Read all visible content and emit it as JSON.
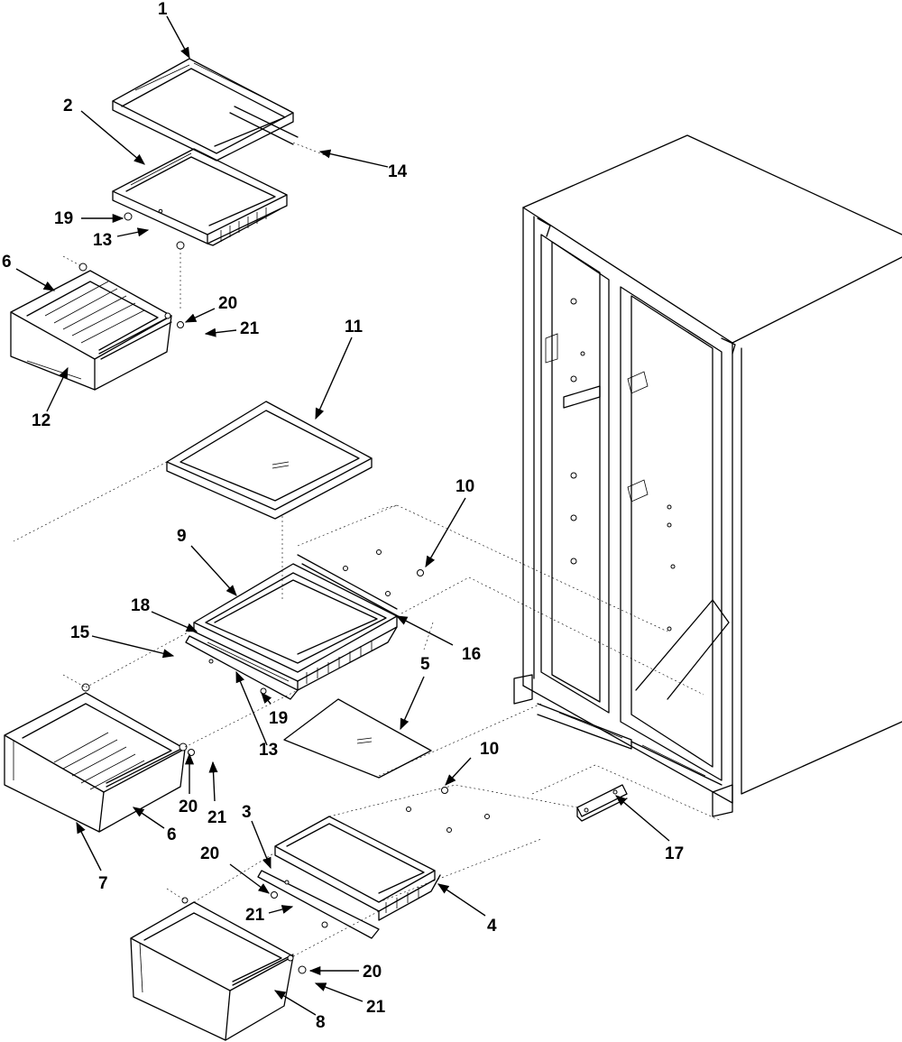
{
  "diagram": {
    "callouts": {
      "c1": "1",
      "c2": "2",
      "c3": "3",
      "c4": "4",
      "c5": "5",
      "c6a": "6",
      "c6b": "6",
      "c7": "7",
      "c8": "8",
      "c9": "9",
      "c10a": "10",
      "c10b": "10",
      "c11": "11",
      "c12": "12",
      "c13a": "13",
      "c13b": "13",
      "c14": "14",
      "c15": "15",
      "c16": "16",
      "c17": "17",
      "c18": "18",
      "c19a": "19",
      "c19b": "19",
      "c20a": "20",
      "c20b": "20",
      "c20c": "20",
      "c20d": "20",
      "c21a": "21",
      "c21b": "21",
      "c21c": "21",
      "c21d": "21"
    }
  }
}
